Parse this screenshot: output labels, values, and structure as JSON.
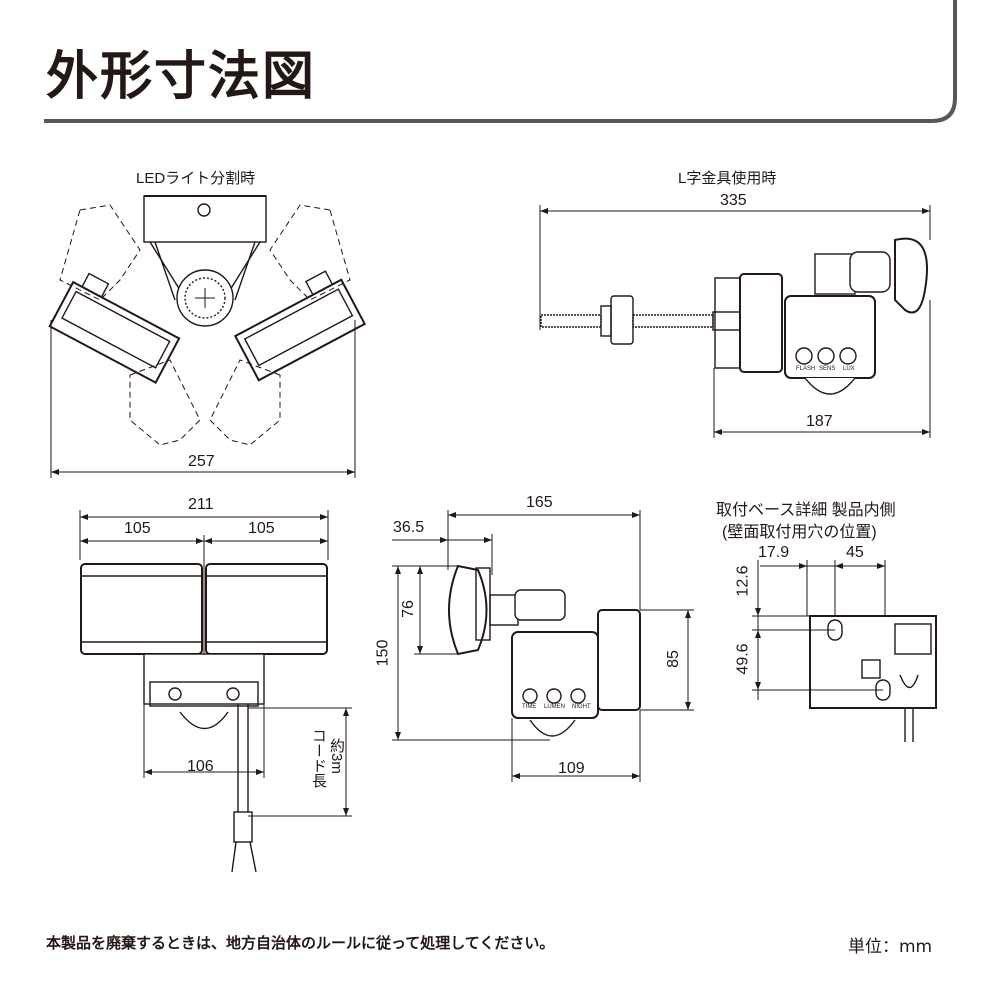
{
  "header": {
    "title": "外形寸法図"
  },
  "views": {
    "split": {
      "label": "LEDライト分割時",
      "width": "257"
    },
    "bracket": {
      "label": "L字金具使用時",
      "total": "335",
      "depth": "187"
    },
    "front": {
      "total": "211",
      "left": "105",
      "right": "105",
      "sensor": "106",
      "cord": "コード長",
      "cord_len": "約3m"
    },
    "side": {
      "total": "165",
      "offset": "36.5",
      "height": "150",
      "head": "76",
      "box": "85",
      "bottom": "109"
    },
    "base": {
      "title": "取付ベース詳細 製品内側",
      "subtitle": "(壁面取付用穴の位置)",
      "x1": "17.9",
      "x2": "45",
      "y1": "12.6",
      "y2": "49.6"
    }
  },
  "knobs": {
    "a": "FLASH",
    "b": "SENS",
    "c": "LUX",
    "d": "TIME",
    "e": "LUMEN",
    "f": "NIGHT"
  },
  "footer": {
    "note": "本製品を廃棄するときは、地方自治体のルールに従って処理してください。",
    "unit": "単位：mm"
  }
}
